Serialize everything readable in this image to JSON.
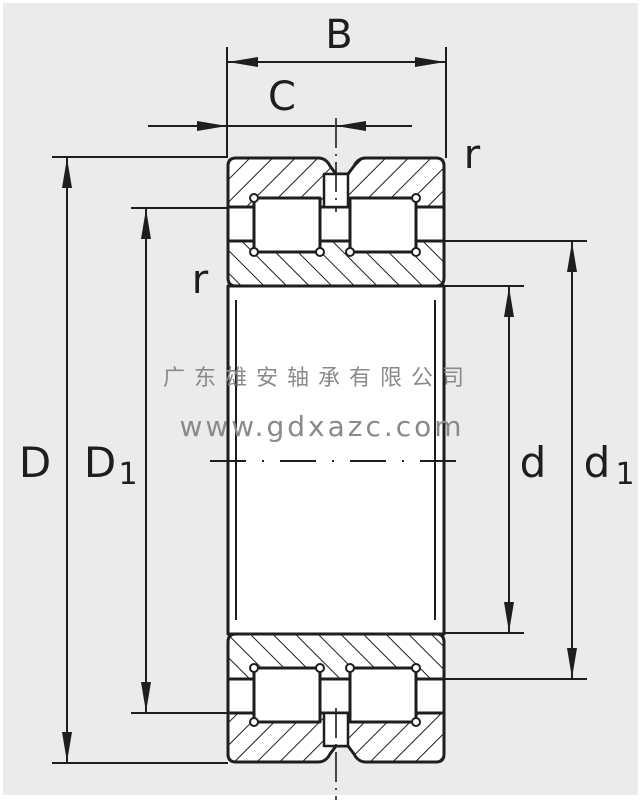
{
  "diagram": {
    "title": "Double-row cylindrical roller bearing cross-section",
    "colors": {
      "background": "#ebebeb",
      "line": "#1e1e1e",
      "section_fill": "#ffffff",
      "watermark": "#8a8a8a"
    },
    "dimension_labels": {
      "B": "B",
      "C": "C",
      "D": "D",
      "D1_main": "D",
      "D1_sub": "1",
      "d": "d",
      "d1_main": "d",
      "d1_sub": "1",
      "r_top": "r",
      "r_left": "r"
    },
    "watermark": {
      "company": "广东雄安轴承有限公司",
      "website": "www.gdxazc.com"
    }
  }
}
